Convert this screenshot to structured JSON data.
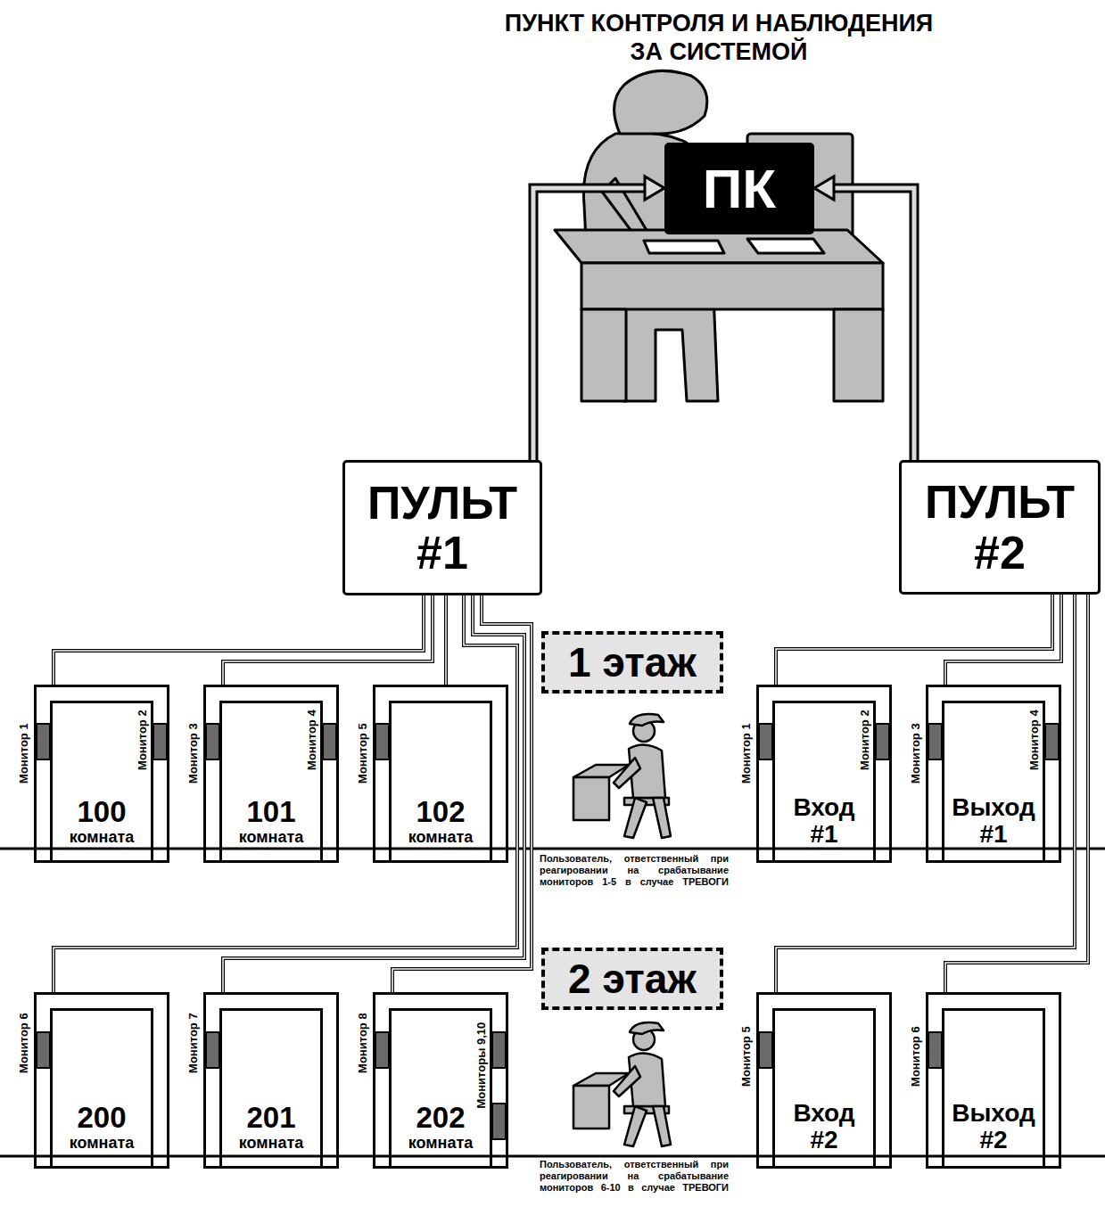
{
  "diagram": {
    "title": "ПУНКТ КОНТРОЛЯ И НАБЛЮДЕНИЯ ЗА СИСТЕМОЙ",
    "nodes": [
      {
        "text": [
          "ПК"
        ]
      },
      {
        "text": [
          "ПУЛЬТ #1"
        ]
      },
      {
        "text": [
          "ПУЛЬТ #2"
        ]
      },
      {
        "text": [
          "1 этаж"
        ]
      },
      {
        "text": [
          "100",
          "комната"
        ]
      },
      {
        "text": [
          "101",
          "комната"
        ]
      },
      {
        "text": [
          "102",
          "комната"
        ]
      },
      {
        "text": [
          "Вход #1"
        ]
      },
      {
        "text": [
          "Выход #1"
        ]
      },
      {
        "text": [
          "2 этаж"
        ]
      },
      {
        "text": [
          "200",
          "комната"
        ]
      },
      {
        "text": [
          "201",
          "комната"
        ]
      },
      {
        "text": [
          "202",
          "комната"
        ]
      },
      {
        "text": [
          "Вход #2"
        ]
      },
      {
        "text": [
          "Выход #2"
        ]
      }
    ],
    "edges": [
      {
        "from": 1,
        "to": 0,
        "arrow": "to"
      },
      {
        "from": 2,
        "to": 0,
        "arrow": "to"
      },
      {
        "from": 1,
        "to": 4,
        "arrow": "none"
      },
      {
        "from": 1,
        "to": 5,
        "arrow": "none"
      },
      {
        "from": 1,
        "to": 6,
        "arrow": "none"
      },
      {
        "from": 1,
        "to": 10,
        "arrow": "none"
      },
      {
        "from": 1,
        "to": 11,
        "arrow": "none"
      },
      {
        "from": 1,
        "to": 12,
        "arrow": "none"
      },
      {
        "from": 2,
        "to": 7,
        "arrow": "none"
      },
      {
        "from": 2,
        "to": 8,
        "arrow": "none"
      },
      {
        "from": 2,
        "to": 13,
        "arrow": "none"
      },
      {
        "from": 2,
        "to": 14,
        "arrow": "none"
      }
    ],
    "labels": [
      "Монитор 1",
      "Монитор 2",
      "Монитор 3",
      "Монитор 4",
      "Монитор 5",
      "Монитор 6",
      "Монитор 7",
      "Монитор 8",
      "Мониторы 9,10",
      "Монитор 1",
      "Монитор 2",
      "Монитор 3",
      "Монитор 4",
      "Монитор 5",
      "Монитор 6",
      "Пользователь, ответственный при реагировании на срабатывание мониторов 1-5 в случае ТРЕВОГИ",
      "Пользователь, ответственный при реагировании на срабатывание мониторов 6-10 в случае ТРЕВОГИ"
    ]
  }
}
